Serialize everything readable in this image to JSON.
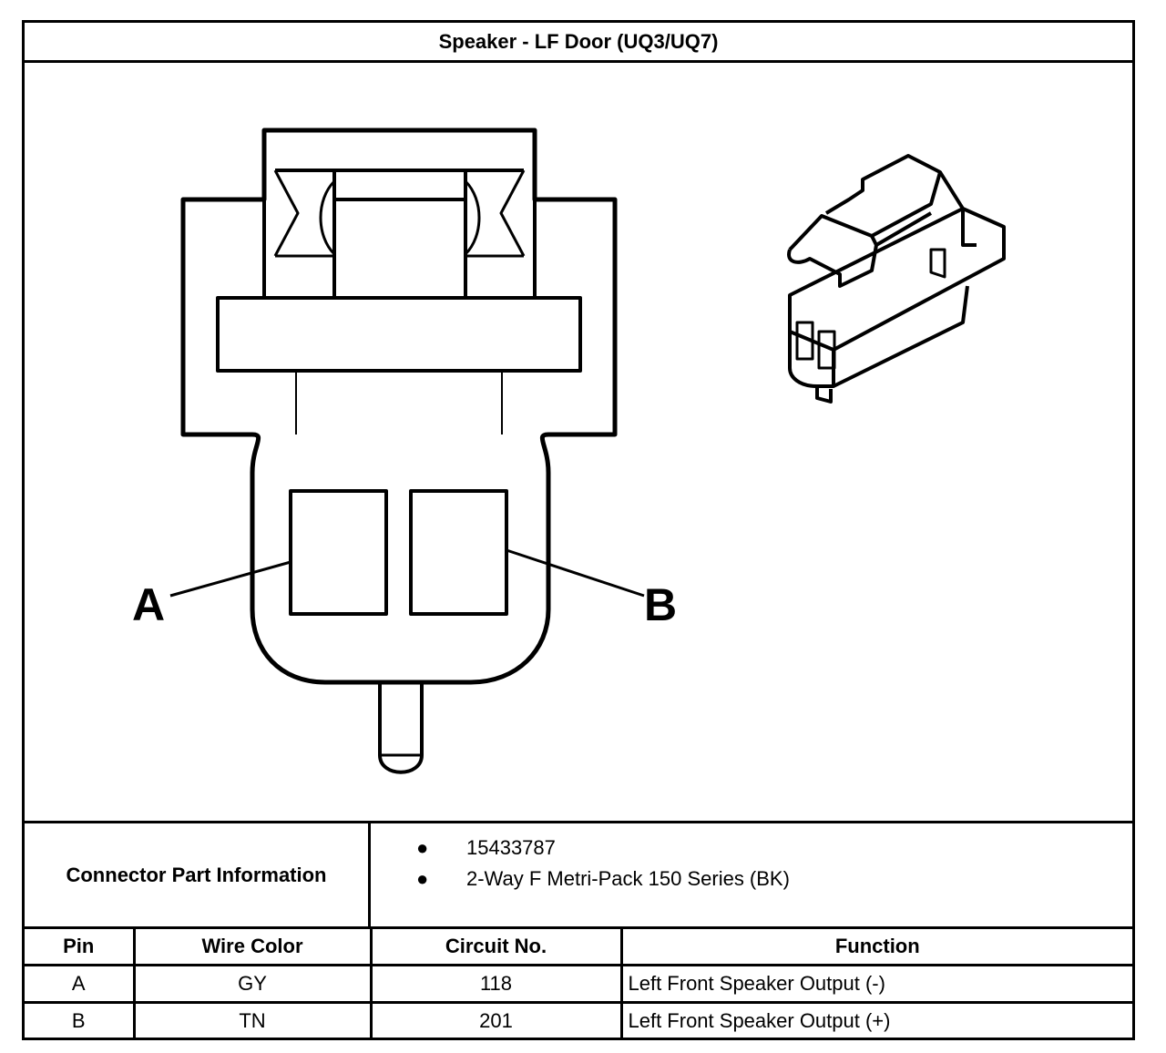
{
  "title": "Speaker - LF Door (UQ3/UQ7)",
  "diagram": {
    "pin_labels": [
      "A",
      "B"
    ]
  },
  "connector_info": {
    "label": "Connector Part Information",
    "items": [
      "15433787",
      "2-Way F Metri-Pack 150 Series (BK)"
    ]
  },
  "pin_table": {
    "headers": [
      "Pin",
      "Wire Color",
      "Circuit No.",
      "Function"
    ],
    "rows": [
      {
        "pin": "A",
        "wire_color": "GY",
        "circuit": "118",
        "function": "Left Front Speaker Output (-)"
      },
      {
        "pin": "B",
        "wire_color": "TN",
        "circuit": "201",
        "function": "Left Front Speaker Output (+)"
      }
    ]
  }
}
